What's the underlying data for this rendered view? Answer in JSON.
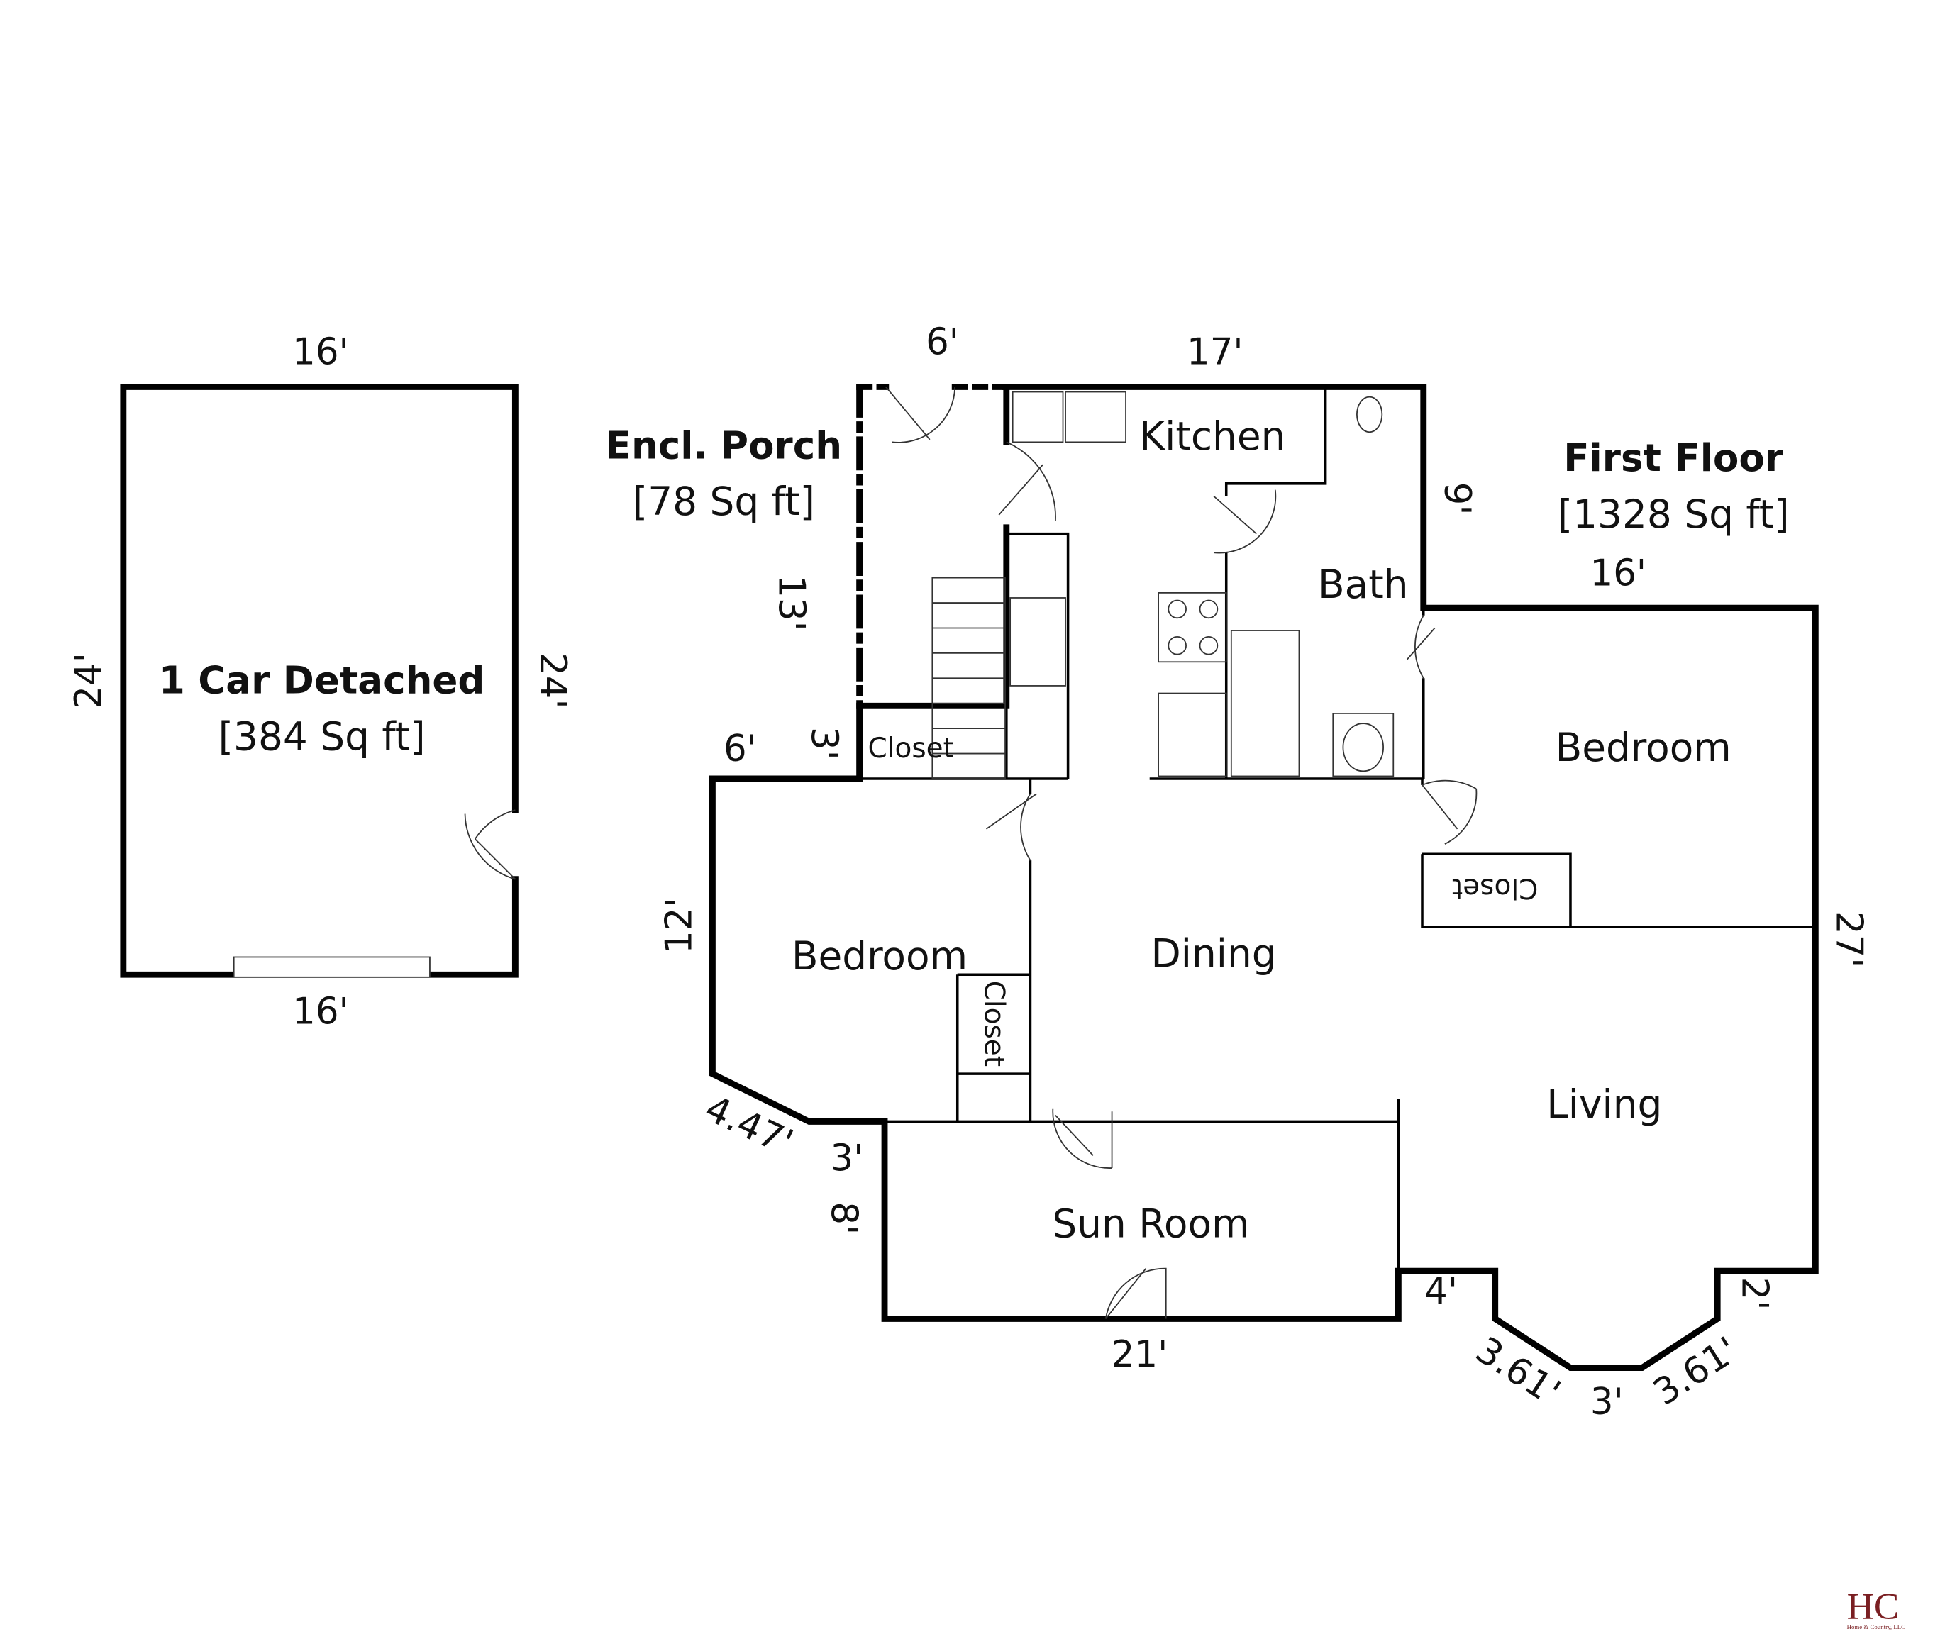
{
  "garage": {
    "title": "1 Car Detached",
    "area": "[384 Sq ft]",
    "dim_top": "16'",
    "dim_bottom": "16'",
    "dim_left": "24'",
    "dim_right": "24'"
  },
  "porch": {
    "title": "Encl. Porch",
    "area": "[78 Sq ft]",
    "dim_top": "6'",
    "dim_side": "13'"
  },
  "first_floor": {
    "title": "First Floor",
    "area": "[1328 Sq ft]"
  },
  "rooms": {
    "kitchen": "Kitchen",
    "bath": "Bath",
    "bedroom_right": "Bedroom",
    "closet_right": "Closet",
    "closet_porch": "Closet",
    "bedroom_left": "Bedroom",
    "closet_left": "Closet",
    "dining": "Dining",
    "living": "Living",
    "sun_room": "Sun Room"
  },
  "dims": {
    "top_main": "17'",
    "bath_side": "9'",
    "bedroom_top": "16'",
    "right_side": "27'",
    "closet_side": "3'",
    "left_top": "6'",
    "left_side": "12'",
    "diag_left": "4.47'",
    "step_left": "3'",
    "sun_side": "8'",
    "sun_bottom": "21'",
    "bay_left": "4'",
    "bay_diag_left": "3.61'",
    "bay_bottom": "3'",
    "bay_diag_right": "3.61'",
    "bay_right": "2'"
  },
  "logo": {
    "mark": "HC",
    "company": "Home & Country, LLC",
    "colors": {
      "h": "#7a1f22",
      "c": "#c8c8c8"
    }
  }
}
